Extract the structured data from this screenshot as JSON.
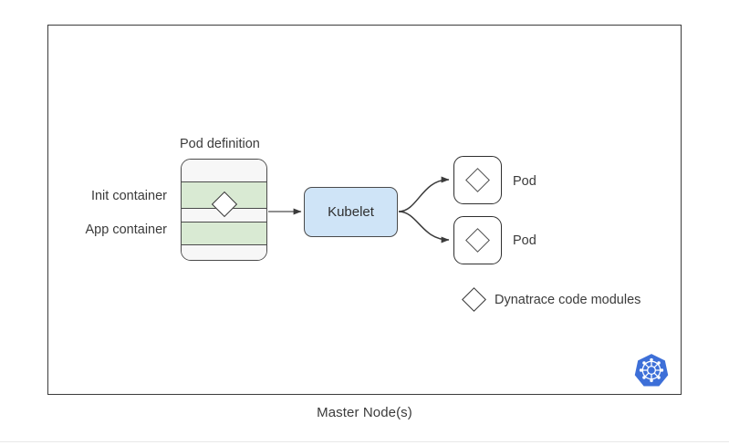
{
  "diagram": {
    "frame_caption": "Master Node(s)",
    "pod_definition": {
      "title": "Pod definition",
      "labels": {
        "init": "Init container",
        "app": "App container"
      }
    },
    "kubelet": {
      "label": "Kubelet"
    },
    "pods": [
      {
        "label": "Pod"
      },
      {
        "label": "Pod"
      }
    ],
    "legend": {
      "text": "Dynatrace code modules",
      "icon": "diamond-icon"
    },
    "logo": {
      "icon": "kubernetes-logo"
    },
    "colors": {
      "container_band": "#d9ead3",
      "kubelet_fill": "#cfe4f7",
      "stroke": "#3b3b3b",
      "kubernetes_blue": "#3d6fd8"
    }
  }
}
